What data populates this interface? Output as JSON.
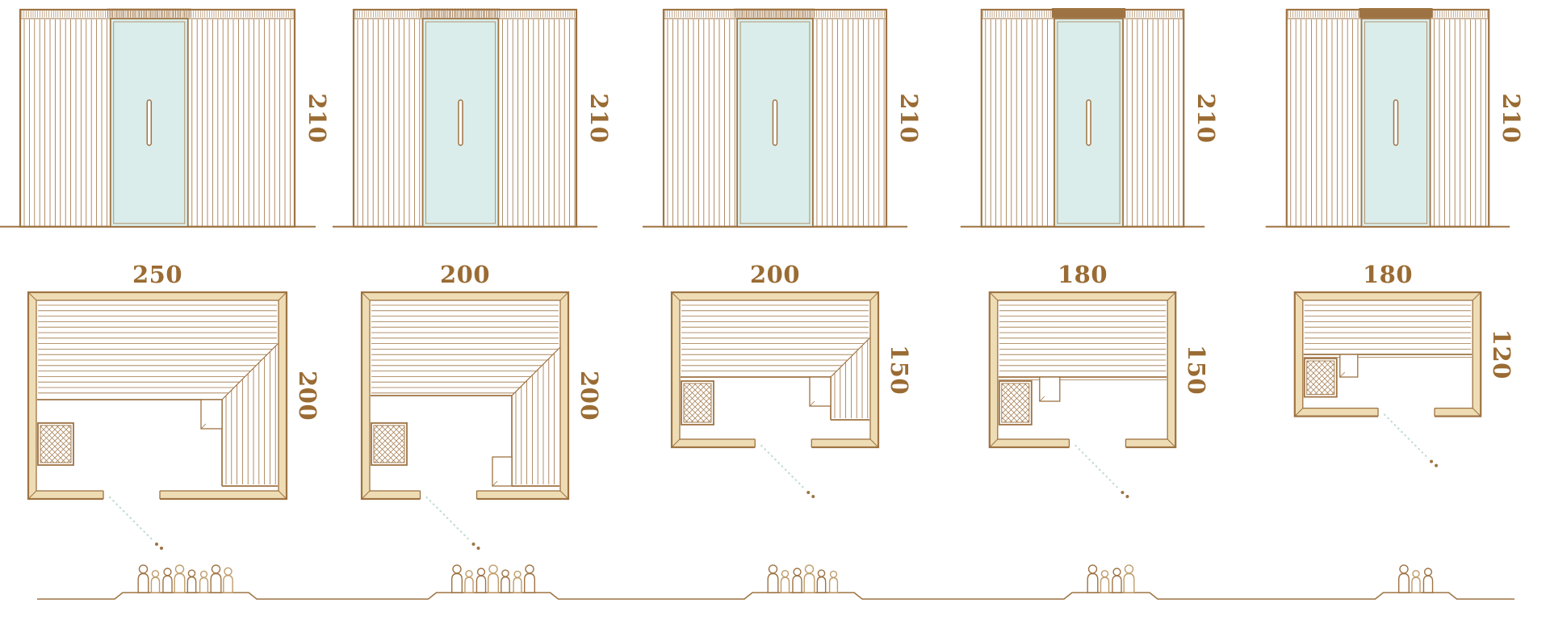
{
  "colors": {
    "line": "#9e7343",
    "line_light": "#bf9c6a",
    "text": "#9a6b33",
    "wall_fill": "#eedcb4",
    "glass": "#daedea",
    "swing": "#bedad3",
    "white": "#ffffff"
  },
  "models": [
    {
      "width_label": "250",
      "depth_label": "200",
      "height_label": "210",
      "width_cm": 250,
      "depth_cm": 200,
      "height_cm": 210,
      "capacity": 8,
      "door_pos": 0.4,
      "door_shift": -0.03,
      "bench_frac": 0.52,
      "right_bench_cm": 55,
      "rb_end_gap": 6,
      "step": "rb-top",
      "heater": "bottom-left-low",
      "top_solid": false
    },
    {
      "width_label": "200",
      "depth_label": "200",
      "height_label": "210",
      "width_cm": 200,
      "depth_cm": 200,
      "height_cm": 210,
      "capacity": 7,
      "door_pos": 0.42,
      "door_shift": -0.02,
      "bench_frac": 0.5,
      "right_bench_cm": 47,
      "rb_end_gap": 6,
      "step": "rb-bottom",
      "heater": "bottom-left-low",
      "top_solid": false
    },
    {
      "width_label": "200",
      "depth_label": "150",
      "height_label": "210",
      "width_cm": 200,
      "depth_cm": 150,
      "height_cm": 210,
      "capacity": 6,
      "door_pos": 0.54,
      "door_shift": 0,
      "bench_frac": 0.55,
      "right_bench_cm": 38,
      "rb_end_gap": 24,
      "step": "rb-top",
      "heater": "below-bench",
      "top_solid": false
    },
    {
      "width_label": "180",
      "depth_label": "150",
      "height_label": "210",
      "width_cm": 180,
      "depth_cm": 150,
      "height_cm": 210,
      "capacity": 4,
      "door_pos": 0.58,
      "door_shift": 0.03,
      "bench_frac": 0.55,
      "right_bench_cm": 0,
      "rb_end_gap": 0,
      "step": "mid-left",
      "heater": "below-bench",
      "top_solid": true
    },
    {
      "width_label": "180",
      "depth_label": "120",
      "height_label": "210",
      "width_cm": 180,
      "depth_cm": 120,
      "height_cm": 210,
      "capacity": 3,
      "door_pos": 0.6,
      "door_shift": 0.04,
      "bench_frac": 0.5,
      "right_bench_cm": 0,
      "rb_end_gap": 0,
      "step": "heater-right",
      "heater": "below-bench",
      "top_solid": true
    }
  ]
}
